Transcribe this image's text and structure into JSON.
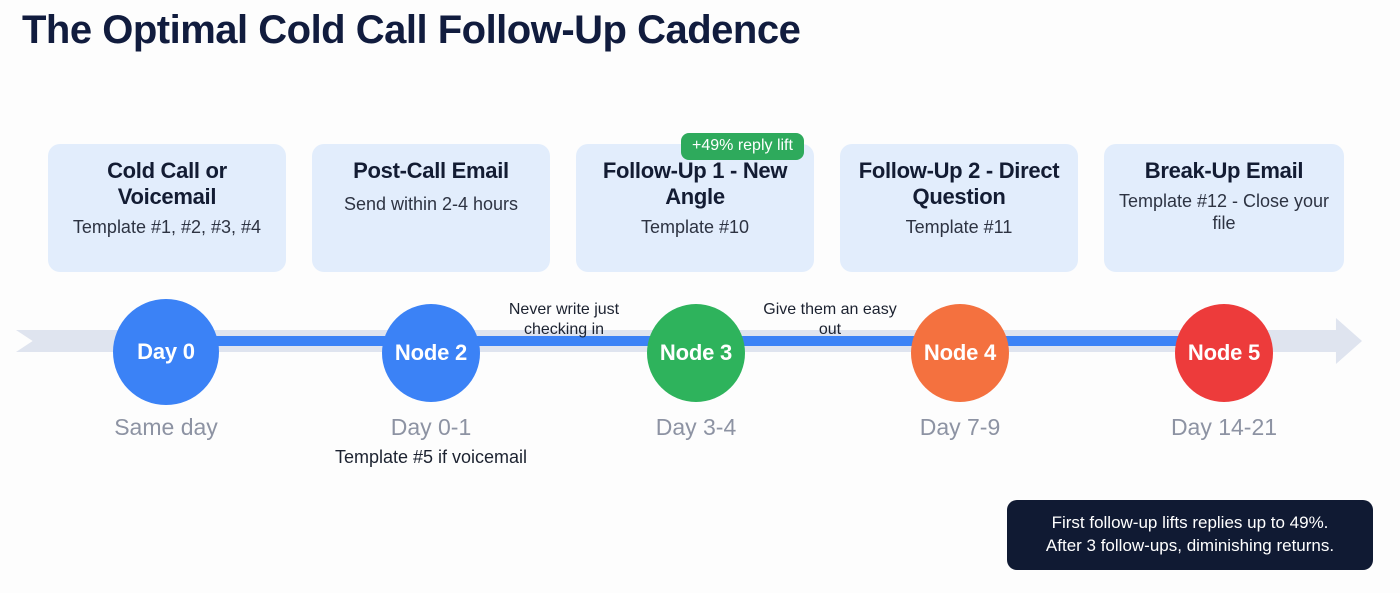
{
  "page": {
    "title": "The Optimal Cold Call Follow-Up Cadence",
    "background_color": "#fdfdfd",
    "title_color": "#111c3e"
  },
  "colors": {
    "card_bg": "#e2edfc",
    "badge_green": "#2eaa5c",
    "node_blue": "#3b82f6",
    "node_green": "#2eb35c",
    "node_orange": "#f4713f",
    "node_red": "#ed3b3b",
    "track_gray": "#dfe4ef",
    "footnote_bg": "#101a33",
    "day_label_gray": "#8d93a3"
  },
  "badge": {
    "label": "+49% reply lift",
    "attached_to_step": 3
  },
  "cards": [
    {
      "title": "Cold Call or Voicemail",
      "subtitle": "Template #1, #2, #3, #4"
    },
    {
      "title": "Post-Call Email",
      "subtitle": "Send within 2-4 hours"
    },
    {
      "title": "Follow-Up 1 - New Angle",
      "subtitle": "Template #10"
    },
    {
      "title": "Follow-Up 2 - Direct Question",
      "subtitle": "Template #11"
    },
    {
      "title": "Break-Up Email",
      "subtitle": "Template #12 - Close your file"
    }
  ],
  "timeline": {
    "nodes": [
      {
        "label": "Day 0",
        "color": "#3b82f6"
      },
      {
        "label": "Node 2",
        "color": "#3b82f6"
      },
      {
        "label": "Node 3",
        "color": "#2eb35c"
      },
      {
        "label": "Node 4",
        "color": "#f4713f"
      },
      {
        "label": "Node 5",
        "color": "#ed3b3b"
      }
    ],
    "edge_labels": [
      "Never write just checking in",
      "Give them an easy out"
    ],
    "day_labels": [
      {
        "main": "Same day",
        "note": ""
      },
      {
        "main": "Day 0-1",
        "note": "Template #5 if voicemail"
      },
      {
        "main": "Day 3-4",
        "note": ""
      },
      {
        "main": "Day 7-9",
        "note": ""
      },
      {
        "main": "Day 14-21",
        "note": ""
      }
    ]
  },
  "footnote": {
    "line1": "First follow-up lifts replies up to 49%.",
    "line2": "After 3 follow-ups, diminishing returns."
  }
}
